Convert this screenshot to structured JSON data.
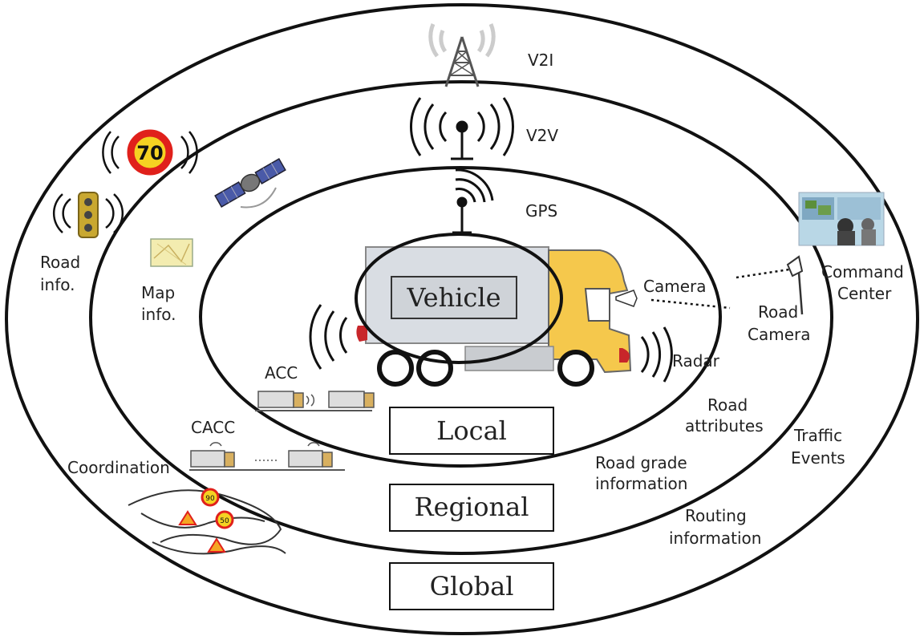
{
  "rings": {
    "local": "Local",
    "regional": "Regional",
    "global": "Global"
  },
  "center": {
    "vehicle": "Vehicle"
  },
  "links": {
    "v2i": "V2I",
    "v2v": "V2V",
    "gps": "GPS"
  },
  "sensors": {
    "camera": "Camera",
    "radar": "Radar",
    "road_camera": [
      "Road",
      "Camera"
    ]
  },
  "labels": {
    "road_info": [
      "Road",
      "info."
    ],
    "map_info": [
      "Map",
      "info."
    ],
    "acc": "ACC",
    "cacc": "CACC",
    "coordination": "Coordination",
    "command_center": [
      "Command",
      "Center"
    ],
    "road_attributes": [
      "Road",
      "attributes"
    ],
    "traffic_events": [
      "Traffic",
      "Events"
    ],
    "road_grade": [
      "Road grade",
      "information"
    ],
    "routing": [
      "Routing",
      "information"
    ]
  },
  "signs": {
    "speed_limit": "70",
    "sign_a": "90",
    "sign_b": "50"
  },
  "colors": {
    "line": "#111111",
    "truck_cab": "#f5c84c",
    "truck_box": "#d9dde3",
    "speed_sign_ring": "#e0201b",
    "speed_sign_fill": "#f5d222"
  }
}
